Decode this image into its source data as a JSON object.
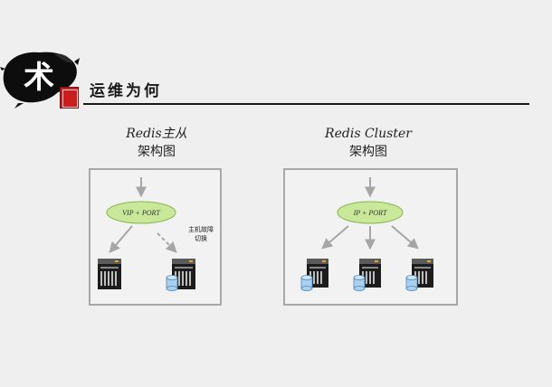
{
  "header": {
    "logo_char": "术",
    "title": "运维为何"
  },
  "left_diagram": {
    "caption_line1": "Redis主从",
    "caption_line2": "架构图",
    "router_label": "VIP + PORT",
    "failover_note_line1": "主机故障",
    "failover_note_line2": "切换"
  },
  "right_diagram": {
    "caption_line1": "Redis Cluster",
    "caption_line2": "架构图",
    "router_label": "IP + PORT"
  },
  "colors": {
    "ellipse_fill": "#c9e89a",
    "ellipse_stroke": "#86b64e",
    "arrow": "#a6a6a6",
    "panel_border": "#a8a8a8",
    "seal": "#c81e1e",
    "db_fill": "#a9d0ee"
  }
}
